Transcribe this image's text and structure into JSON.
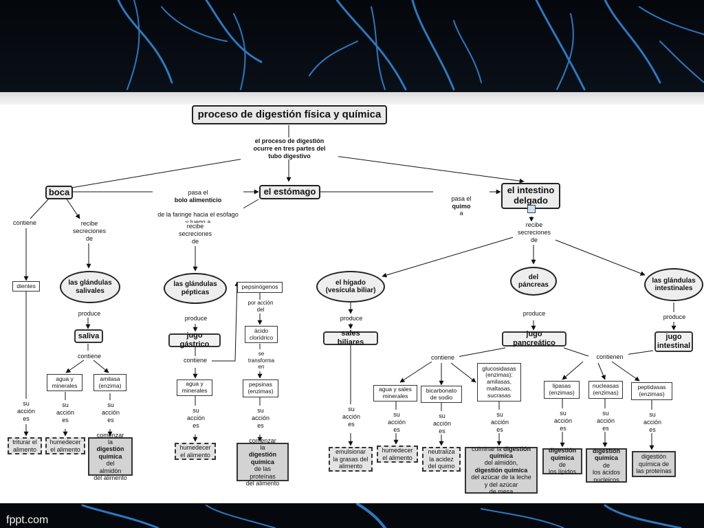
{
  "footer_text": "fppt.com",
  "diagram": {
    "title": "proceso de digestión física y química",
    "intro": "el proceso de digestión\nocurre en tres partes del\ntubo digestivo",
    "organs": {
      "boca": "boca",
      "estomago": "el estómago",
      "intestino": "el intestino\ndelgado"
    },
    "links": {
      "pasa_el": "pasa el",
      "bolo_alimenticio": "bolo alimenticio",
      "bolo_resto": "de la faringe hacia el esófago\ny luego a",
      "quimo_before": "pasa el",
      "quimo": "quimo",
      "quimo_after": "a"
    },
    "boca_branch": {
      "contiene": "contiene",
      "recibe": "recibe\nsecreciones\nde",
      "dientes": "dientes",
      "dientes_accion": "su\nacción\nes",
      "dientes_result": "triturar el\nalimento",
      "glandulas": "las glándulas\nsalivales",
      "produce": "produce",
      "saliva": "saliva",
      "saliva_contiene": "contiene",
      "agua": "agua y\nminerales",
      "agua_accion": "su\nacción\nes",
      "agua_result": "humedecer\nel alimento",
      "amilasa": "amilasa\n(enzima)",
      "amilasa_accion": "su\nacción\nes",
      "amilasa_r1": "comenzar\nla",
      "amilasa_r2": "digestión\nquímica",
      "amilasa_r3": "del\nalmidón\ndel alimento"
    },
    "estomago_branch": {
      "recibe": "recibe\nsecreciones\nde",
      "glandulas": "las glándulas\npépticas",
      "produce": "produce",
      "jugo": "jugo gástrico",
      "contiene": "contiene",
      "agua": "agua y\nminerales",
      "agua_accion": "su\nacción\nes",
      "agua_result": "humedecer\nel alimento",
      "pepsinogenos": "pepsinógenos",
      "por_accion": "por acción\ndel",
      "acido": "ácido\nclorídrico",
      "transforma": "se\ntransforma\nen",
      "pepsinas": "pepsinas\n(enzimas)",
      "pepsinas_accion": "su\nacción\nes",
      "pepsinas_r1": "comenzar\nla",
      "pepsinas_r2": "digestión\nquímica",
      "pepsinas_r3": "de las\nproteínas\ndel alimento"
    },
    "intestino_branch": {
      "recibe": "recibe\nsecreciones\nde",
      "higado": "el hígado\n(vesícula biliar)",
      "higado_produce": "produce",
      "sales": "sales biliares",
      "sales_accion": "su\nacción\nes",
      "sales_result": "emulsionar\nla grasas del\nalimento",
      "pancreas": "del\npáncreas",
      "pancreas_produce": "produce",
      "jugo_pancreatico": "jugo pancreático",
      "pancreatico_contiene": "contiene",
      "agua_sales": "agua y sales\nminerales",
      "agua_accion": "su\nacción\nes",
      "agua_result": "humedecer\nel alimento",
      "bicarbonato": "bicarbonato\nde sodio",
      "bicarbonato_accion": "su\nacción\nes",
      "bicarbonato_result": "neutraliza\nla acidez\ndel quimo",
      "glucosidasas": "glucosidasas\n(enzimas):\namilasas,\nmaltasas,\nsucrasas",
      "glucosidasas_accion": "su\nacción\nes",
      "gluc_r1": "culminar la",
      "gluc_r2": "digestión\nquímica",
      "gluc_r3": "del almidón,",
      "gluc_r4": "digestión química",
      "gluc_r5": "del azúcar de la leche\ny del azúcar\nde mesa",
      "glandulas": "las glándulas\nintestinales",
      "glandulas_produce": "produce",
      "jugo_intestinal": "jugo\nintestinal",
      "intestinal_contienen": "contienen",
      "lipasas": "lipasas\n(enzimas)",
      "lipasas_accion": "su\nacción\nes",
      "lipasas_r1": "digestión\nquímica",
      "lipasas_r2": "de\nlos lípidos",
      "nucleasas": "nucleasas\n(enzimas)",
      "nucleasas_accion": "su\nacción\nes",
      "nucleasas_r1": "digestión\nquímica",
      "nucleasas_r2": "de\nlos ácidos\nnucleicos",
      "peptidasas": "peptidasas\n(enzimas)",
      "peptidasas_accion": "su\nacción\nes",
      "peptidasas_result": "digestión\nquímica de\nlas proteínas"
    }
  }
}
